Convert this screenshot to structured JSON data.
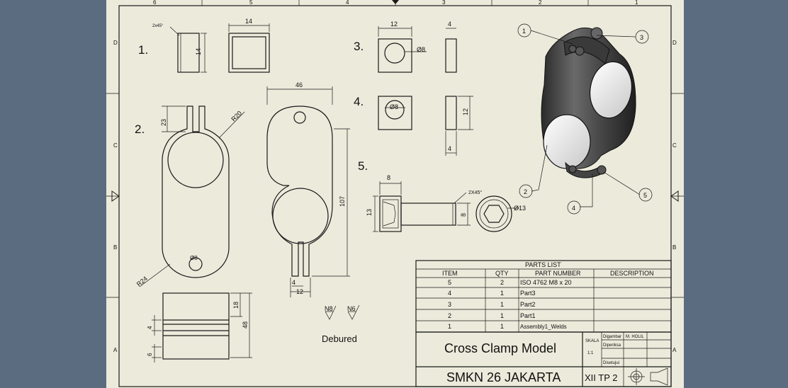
{
  "colors": {
    "paper": "#eceadb",
    "background": "#5b6b80",
    "ink": "#1a1a1a"
  },
  "border": {
    "cols": [
      "6",
      "5",
      "4",
      "3",
      "2",
      "1"
    ],
    "rows_left": [
      "D",
      "C",
      "B",
      "A"
    ],
    "rows_right": [
      "D",
      "C",
      "B",
      "A"
    ]
  },
  "steps": {
    "s1": "1.",
    "s2": "2.",
    "s3": "3.",
    "s4": "4.",
    "s5": "5."
  },
  "dims": {
    "p1_chamfer": "2x45°",
    "p1_h": "14",
    "p1_w": "14",
    "p3_w": "12",
    "p3_t": "4",
    "p3_hole": "Ø8",
    "p4_hole": "Ø8",
    "p4_h": "12",
    "p4_t": "4",
    "p2_slot": "23",
    "p2_r20": "R20",
    "p2_hole": "Ø8",
    "p2_r24": "R24",
    "main_w": "46",
    "main_h": "107",
    "main_t": "4",
    "main_slot": "12",
    "bolt_head": "8",
    "bolt_h": "13",
    "bolt_d": "8",
    "bolt_chamfer": "2X45°",
    "bolt_face": "Ø13",
    "blk_h1": "18",
    "blk_h2": "48",
    "blk_g1": "4",
    "blk_g2": "6"
  },
  "surface": {
    "n8": "N8",
    "n6": "N6",
    "note": "Debured"
  },
  "balloons": [
    "1",
    "2",
    "3",
    "4",
    "5"
  ],
  "parts_list": {
    "title": "PARTS LIST",
    "headers": [
      "ITEM",
      "QTY",
      "PART NUMBER",
      "DESCRIPTION"
    ],
    "rows": [
      {
        "item": "5",
        "qty": "2",
        "part": "ISO 4762 M8 x 20",
        "desc": ""
      },
      {
        "item": "4",
        "qty": "1",
        "part": "Part3",
        "desc": ""
      },
      {
        "item": "3",
        "qty": "1",
        "part": "Part2",
        "desc": ""
      },
      {
        "item": "2",
        "qty": "1",
        "part": "Part1",
        "desc": ""
      },
      {
        "item": "1",
        "qty": "1",
        "part": "Assembly1_Welds",
        "desc": ""
      }
    ]
  },
  "title_block": {
    "title": "Cross Clamp Model",
    "school": "SMKN 26 JAKARTA",
    "class_code": "XII TP 2",
    "scale_label": "SKALA",
    "scale_value": "1:1",
    "drawn_label": "Digambar",
    "drawn_name": "M. HOLIL",
    "checked_label": "Diperiksa",
    "approved_label": "Disetujui"
  }
}
